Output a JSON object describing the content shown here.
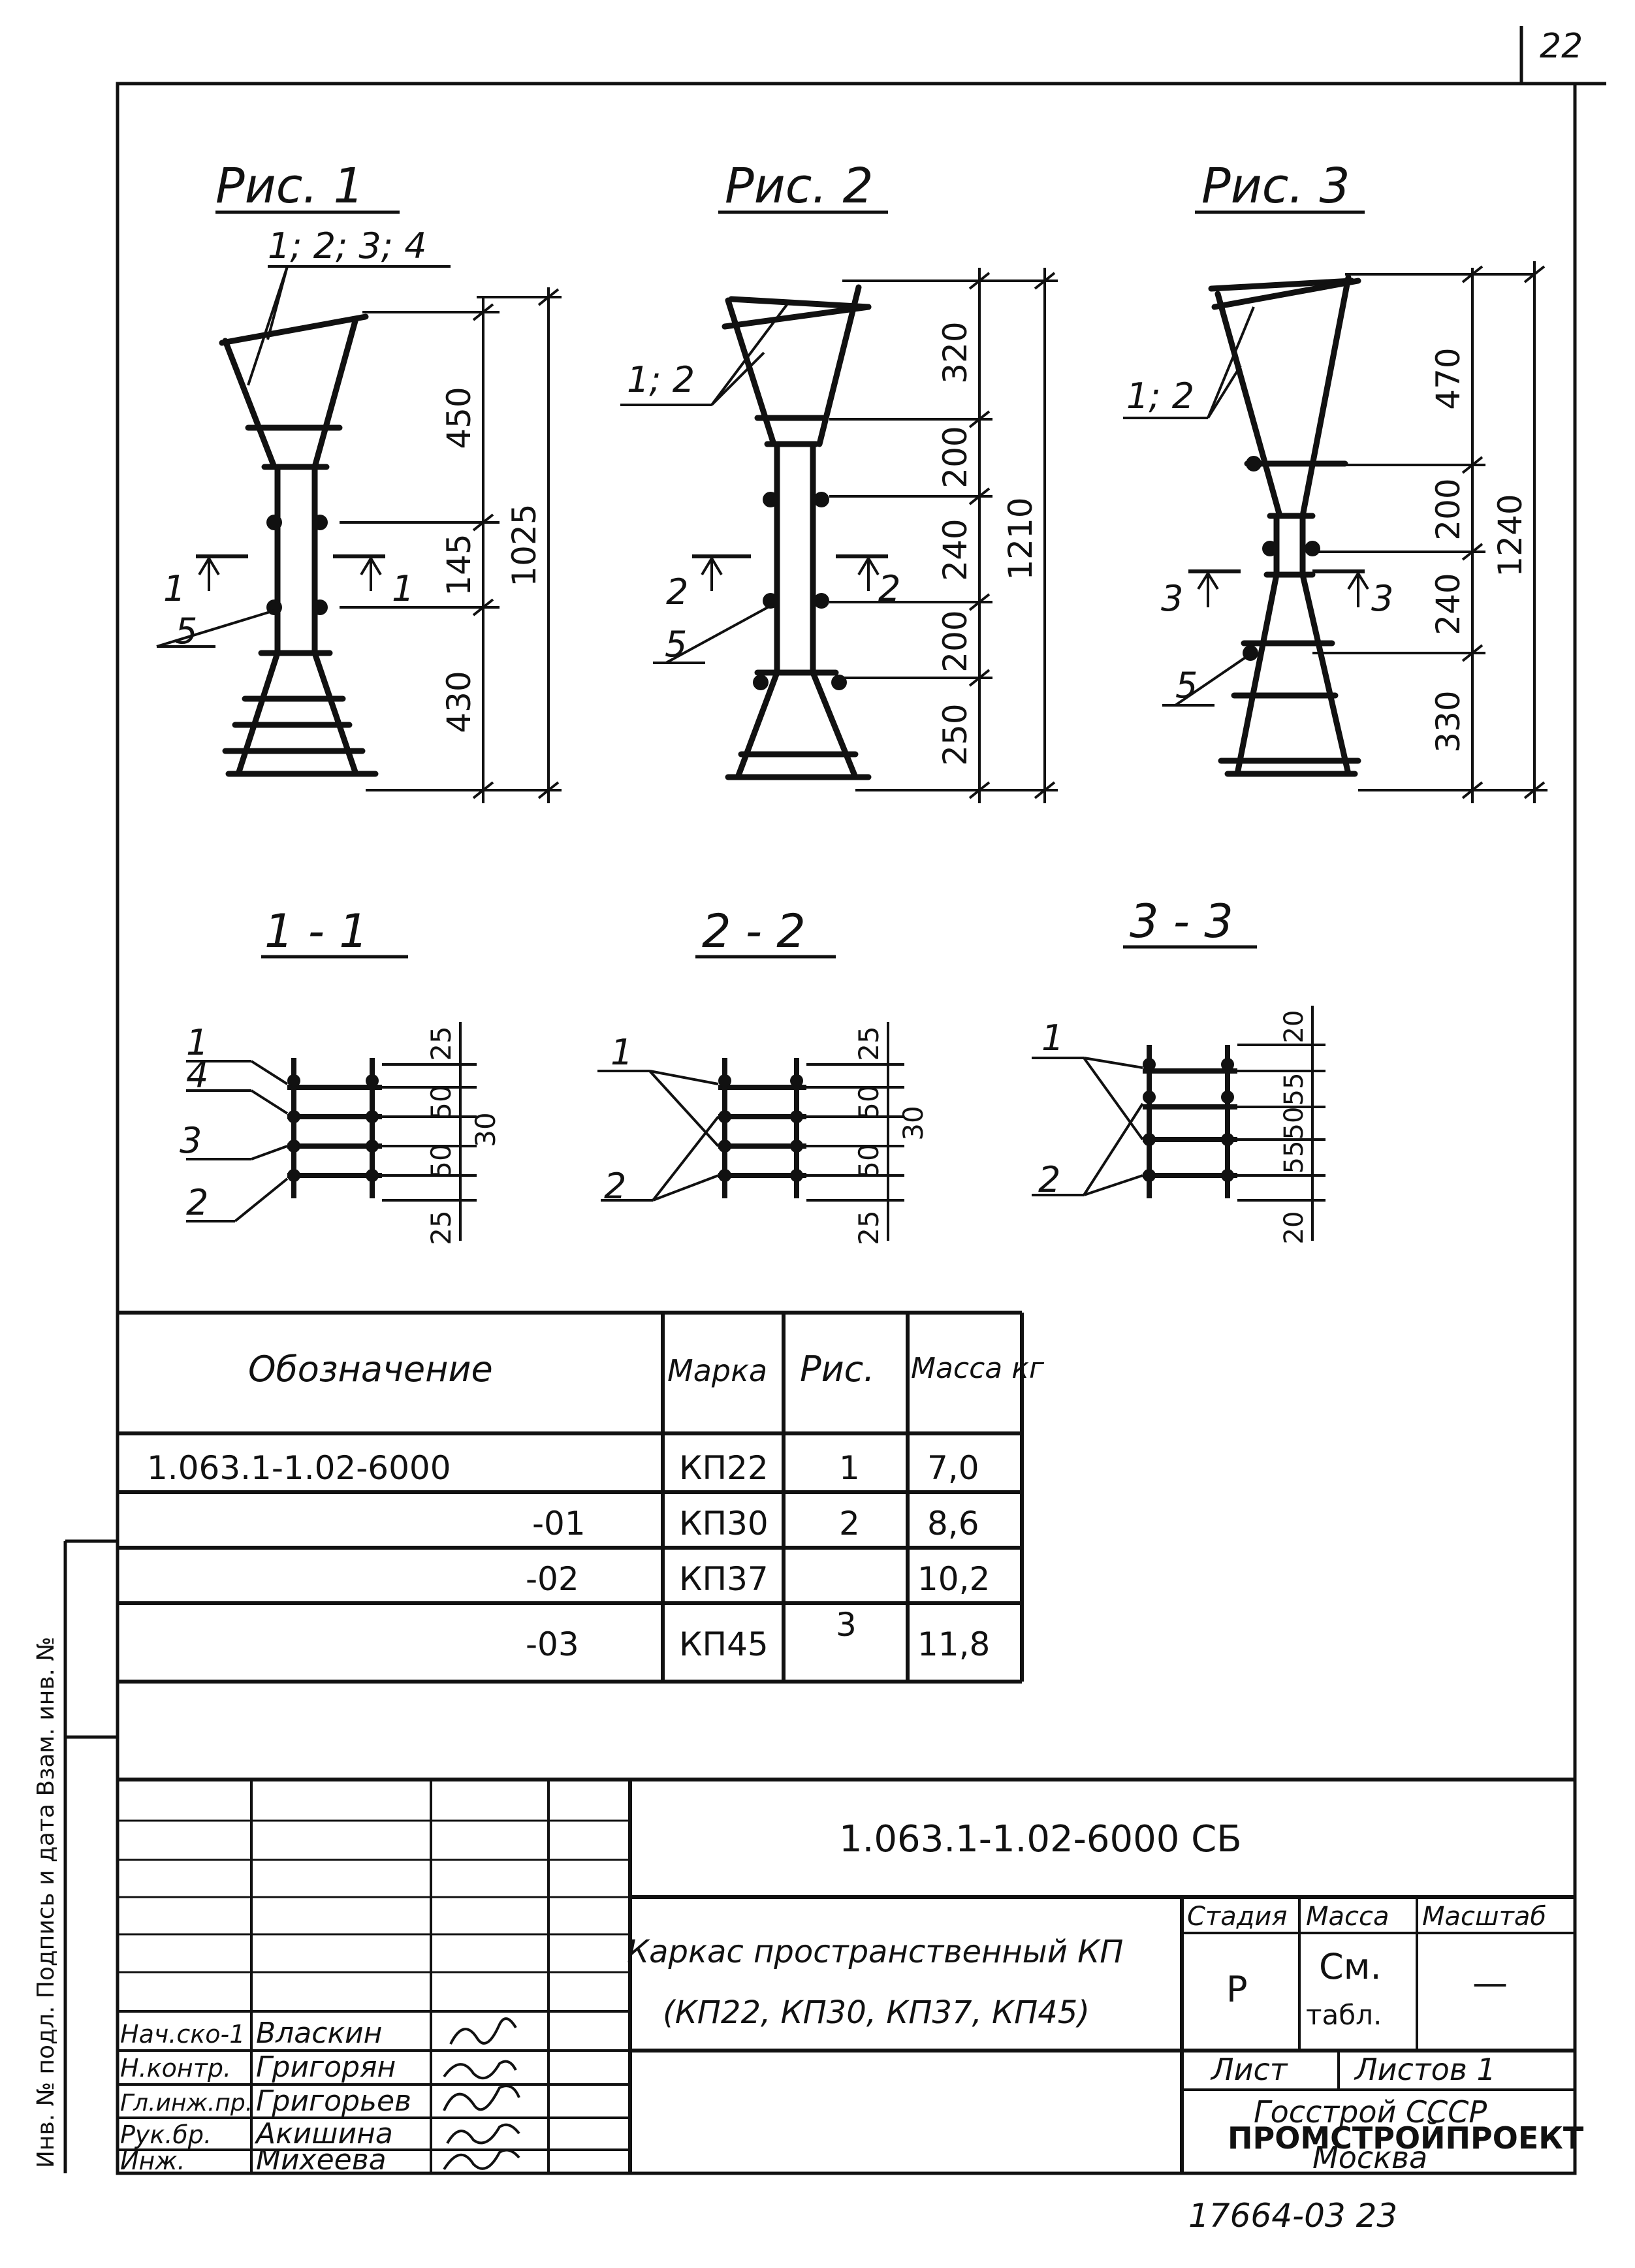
{
  "page_number": "22",
  "figures": {
    "fig1": {
      "title": "Рис. 1",
      "callout_bars": "1; 2; 3; 4",
      "callout_post": "5",
      "section_mark_left": "1",
      "section_mark_right": "1",
      "dims": [
        "450",
        "145",
        "430"
      ],
      "total": "1025"
    },
    "fig2": {
      "title": "Рис. 2",
      "callout_bars": "1; 2",
      "callout_post": "5",
      "section_mark_left": "2",
      "section_mark_right": "2",
      "dims": [
        "320",
        "200",
        "240",
        "200",
        "250"
      ],
      "total": "1210"
    },
    "fig3": {
      "title": "Рис. 3",
      "callout_bars": "1; 2",
      "callout_post": "5",
      "section_mark_left": "3",
      "section_mark_right": "3",
      "dims": [
        "470",
        "200",
        "240",
        "330"
      ],
      "total": "1240"
    }
  },
  "sections": {
    "s1": {
      "title": "1 - 1",
      "labels": [
        "1",
        "4",
        "3",
        "2"
      ],
      "dims": [
        "25",
        "50",
        "50",
        "25"
      ],
      "total": "30"
    },
    "s2": {
      "title": "2 - 2",
      "labels": [
        "1",
        "2"
      ],
      "dims": [
        "25",
        "50",
        "50",
        "25"
      ],
      "total": "30"
    },
    "s3": {
      "title": "3 - 3",
      "labels": [
        "1",
        "2"
      ],
      "dims": [
        "20",
        "55",
        "50",
        "55",
        "20"
      ]
    }
  },
  "spec_table": {
    "headers": [
      "Обозначение",
      "Марка",
      "Рис.",
      "Масса кг"
    ],
    "rows": [
      {
        "designation": "1.063.1-1.02-6000",
        "mark": "КП22",
        "fig": "1",
        "mass": "7,0"
      },
      {
        "designation": "-01",
        "mark": "КП30",
        "fig": "2",
        "mass": "8,6"
      },
      {
        "designation": "-02",
        "mark": "КП37",
        "fig": "3",
        "mass": "10,2"
      },
      {
        "designation": "-03",
        "mark": "КП45",
        "fig": "",
        "mass": "11,8"
      }
    ]
  },
  "title_block": {
    "doc_code": "1.063.1-1.02-6000 СБ",
    "title_line1": "Каркас пространственный КП",
    "title_line2": "(КП22, КП30, КП37, КП45)",
    "stage_label": "Стадия",
    "mass_label": "Масса",
    "scale_label": "Масштаб",
    "stage_value": "Р",
    "mass_value_1": "См.",
    "mass_value_2": "табл.",
    "scale_value": "—",
    "sheet_label": "Лист",
    "sheets_label": "Листов 1",
    "org_line1": "Госстрой СССР",
    "org_line2": "ПРОМСТРОЙПРОЕКТ",
    "org_line3": "Москва",
    "signatures": [
      {
        "role": "Нач.ско-1",
        "name": "Власкин"
      },
      {
        "role": "Н.контр.",
        "name": "Григорян"
      },
      {
        "role": "Гл.инж.пр.",
        "name": "Григорьев"
      },
      {
        "role": "Рук.бр.",
        "name": "Акишина"
      },
      {
        "role": "Инж.",
        "name": "Михеева"
      }
    ]
  },
  "side_stamp": "Инв. № подл.  Подпись и дата  Взам. инв. №",
  "footer_code": "17664-03  23"
}
